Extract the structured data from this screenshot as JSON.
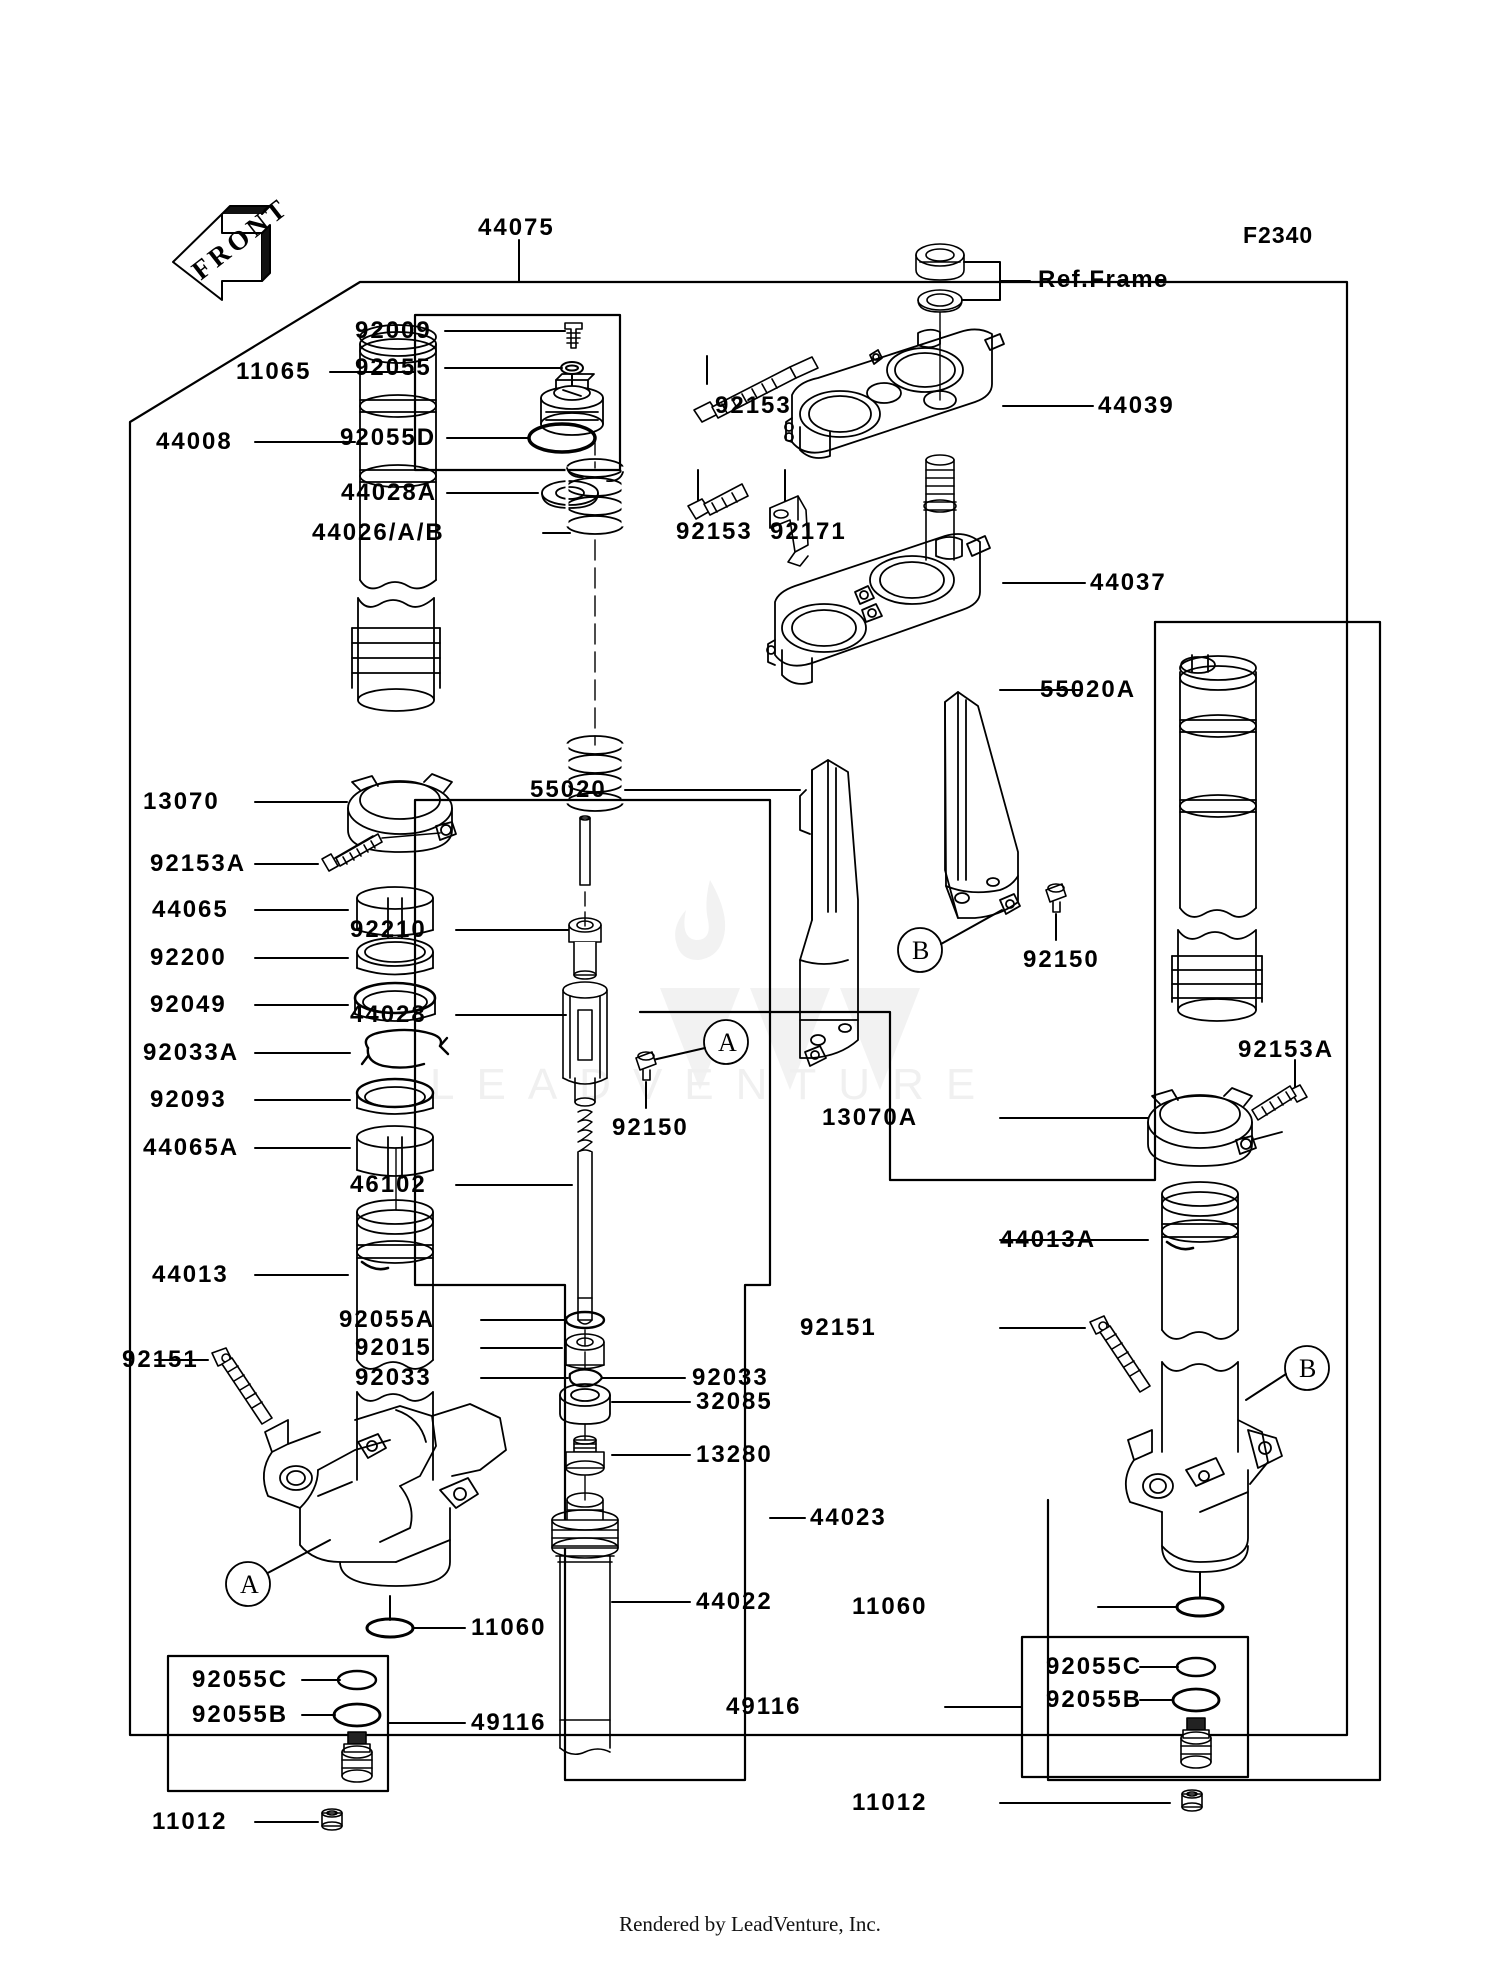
{
  "meta": {
    "diagram_id": "F2340",
    "footer": "Rendered by LeadVenture, Inc.",
    "watermark_text": "LEADVENTURE",
    "front_indicator": "FRONT",
    "ref_frame": "Ref.Frame"
  },
  "labels": {
    "top_assembly": "44075",
    "cap_kit": "11065",
    "cap_bolt": "92009",
    "cap_oring_small": "92055",
    "cap_oring_large": "92055D",
    "outer_tube": "44008",
    "spring_seat": "44028A",
    "fork_spring": "44026/A/B",
    "clamp_left": "13070",
    "clamp_bolt_left": "92153A",
    "bushing_guide": "44065",
    "oil_seal": "92200",
    "dust_seal": "92049",
    "circlip": "92033A",
    "washer_92093": "92093",
    "bushing_slide": "44065A",
    "inner_tube_left": "44013",
    "bolt_92151_left": "92151",
    "oring_11060_left": "11060",
    "kit_49116_left": "49116",
    "kit_oring_c_left": "92055C",
    "kit_oring_b_left": "92055B",
    "drain_11012_left": "11012",
    "piston_rod_nut": "92210",
    "damper_piston": "44028",
    "damper_rod": "46102",
    "oring_92055A": "92055A",
    "nut_92015": "92015",
    "clip_92033_left": "92033",
    "clip_92033_right": "92033",
    "seal_32085": "32085",
    "valve_13280": "13280",
    "cylinder_44022": "44022",
    "damper_assy_44023": "44023",
    "clamp_bolt_upper": "92153",
    "upper_clamp": "44039",
    "clamp_bolt_lower": "92153",
    "cable_guide": "92171",
    "lower_clamp": "44037",
    "fork_guard_right": "55020A",
    "fork_guard_left": "55020",
    "guard_bolt_right": "92150",
    "guard_bolt_left": "92150",
    "clamp_right": "13070A",
    "clamp_bolt_right": "92153A",
    "inner_tube_right": "44013A",
    "bolt_92151_right": "92151",
    "oring_11060_right": "11060",
    "kit_49116_right": "49116",
    "kit_oring_c_right": "92055C",
    "kit_oring_b_right": "92055B",
    "drain_11012_right": "11012"
  },
  "callouts": {
    "a_left": "A",
    "b_right_guard": "B",
    "a_guard": "A",
    "b_right_leg": "B"
  }
}
